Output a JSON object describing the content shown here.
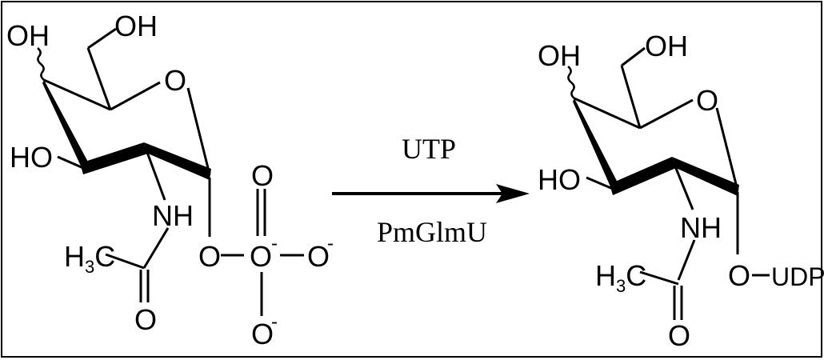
{
  "reaction": {
    "arrow_top_label": "UTP",
    "arrow_bottom_label": "PmGlmU"
  },
  "reactant": {
    "oh_top": "OH",
    "oh_c6": "OH",
    "ring_o": "O",
    "ho_c3": "HO",
    "nh": "NH",
    "h3c": "H",
    "h3c_sub": "3",
    "h3c_c": "C",
    "carbonyl_o": "O",
    "ester_o": "O",
    "p_o_left": "O",
    "p_o_top": "O",
    "p_o_right": "O",
    "p_o_bottom": "O",
    "charge": "-"
  },
  "product": {
    "oh_top": "OH",
    "oh_c6": "OH",
    "ring_o": "O",
    "ho_c3": "HO",
    "nh": "NH",
    "h3c": "H",
    "h3c_sub": "3",
    "h3c_c": "C",
    "carbonyl_o": "O",
    "glyco_o": "O",
    "udp": "UDP"
  }
}
